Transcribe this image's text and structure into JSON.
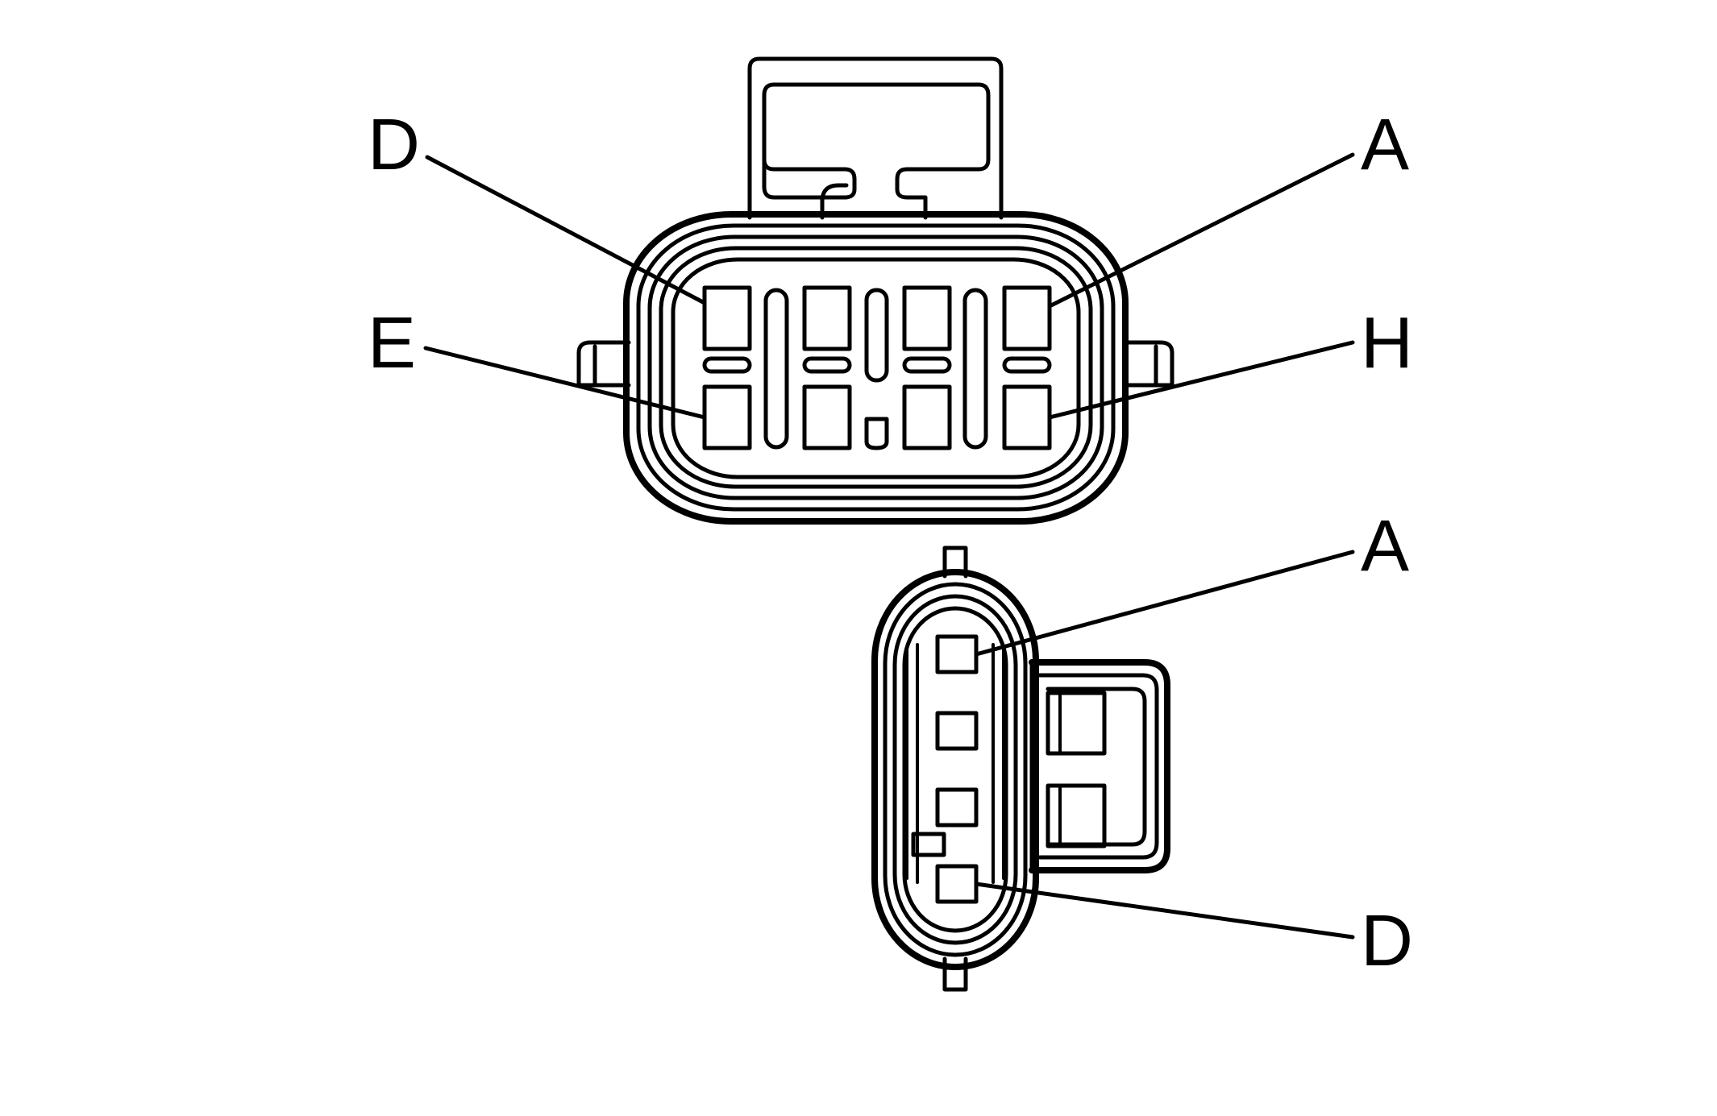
{
  "colors": {
    "background": "#ffffff",
    "line": "#000000"
  },
  "connector_8_way": {
    "labels": {
      "top_left": "D",
      "bottom_left": "E",
      "top_right": "A",
      "bottom_right": "H"
    }
  },
  "connector_4_way": {
    "labels": {
      "top": "A",
      "bottom": "D"
    }
  }
}
